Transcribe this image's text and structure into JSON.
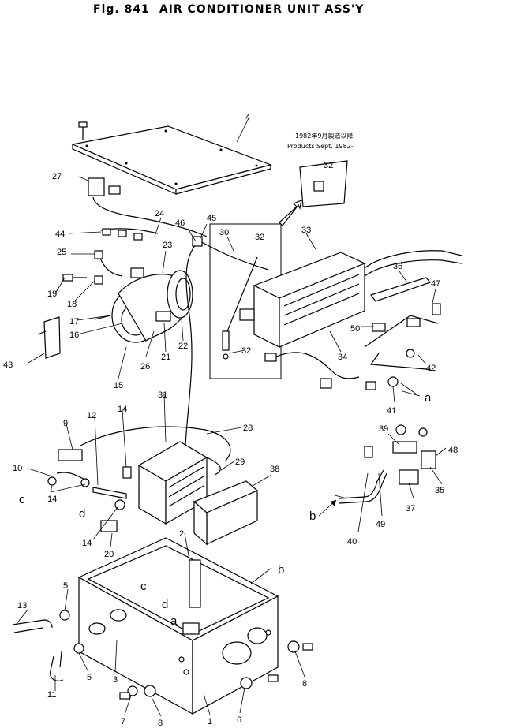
{
  "header": {
    "fig": "Fig. 841",
    "title": "AIR CONDITIONER UNIT ASS'Y"
  },
  "note": {
    "line1": "1982年9月製造以降",
    "line2": "Products Sept. 1982-"
  },
  "callouts": {
    "p1": "1",
    "p2": "2",
    "p3": "3",
    "p4": "4",
    "p5a": "5",
    "p5b": "5",
    "p6": "6",
    "p7": "7",
    "p8a": "8",
    "p8b": "8",
    "p9": "9",
    "p10": "10",
    "p11": "11",
    "p12": "12",
    "p13": "13",
    "p14a": "14",
    "p14b": "14",
    "p14c": "14",
    "p15": "15",
    "p16": "16",
    "p17": "17",
    "p18": "18",
    "p19": "19",
    "p20": "20",
    "p21": "21",
    "p22": "22",
    "p23": "23",
    "p24": "24",
    "p25": "25",
    "p26": "26",
    "p27": "27",
    "p28": "28",
    "p29": "29",
    "p30": "30",
    "p31": "31",
    "p32a": "32",
    "p32b": "32",
    "p32c": "32",
    "p33": "33",
    "p34": "34",
    "p35": "35",
    "p36": "36",
    "p37": "37",
    "p38": "38",
    "p39": "39",
    "p40": "40",
    "p41": "41",
    "p42": "42",
    "p43": "43",
    "p44": "44",
    "p45": "45",
    "p46": "46",
    "p47": "47",
    "p48": "48",
    "p49": "49",
    "p50": "50"
  },
  "refs": {
    "a1": "a",
    "a2": "a",
    "b1": "b",
    "b2": "b",
    "c1": "c",
    "c2": "c",
    "d1": "d",
    "d2": "d"
  },
  "colors": {
    "ink": "#000000",
    "paper": "#ffffff"
  }
}
